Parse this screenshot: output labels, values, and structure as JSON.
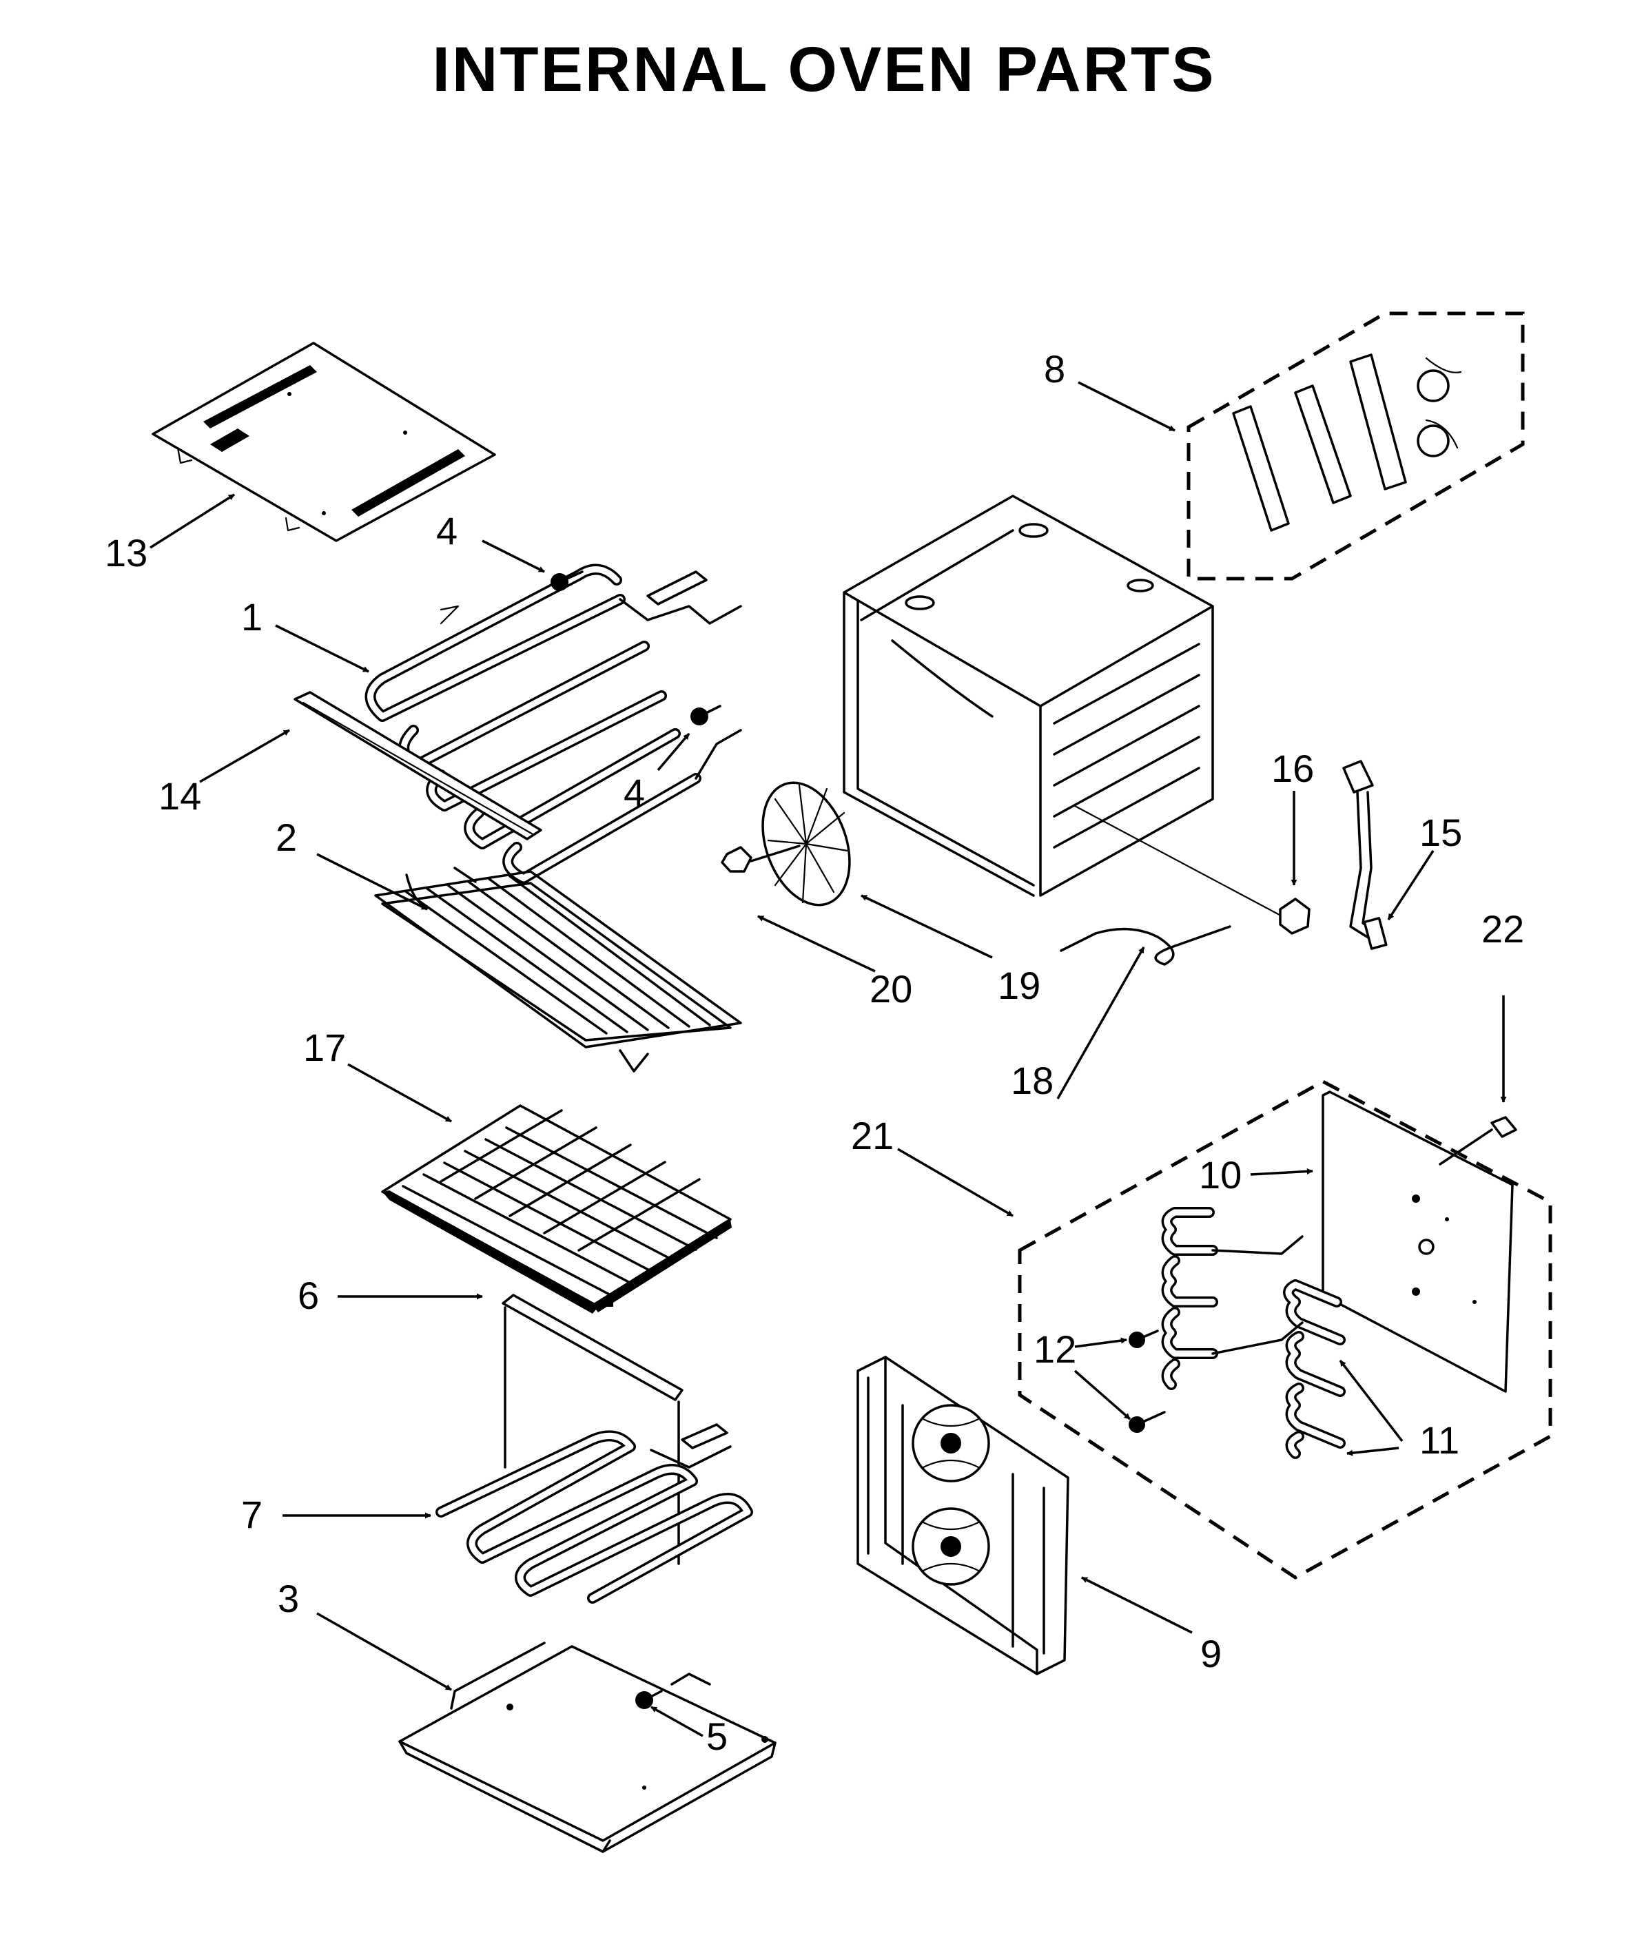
{
  "title": "INTERNAL OVEN PARTS",
  "callouts": {
    "c1": "1",
    "c2": "2",
    "c3": "3",
    "c4a": "4",
    "c4b": "4",
    "c5": "5",
    "c6": "6",
    "c7": "7",
    "c8": "8",
    "c9": "9",
    "c10": "10",
    "c11": "11",
    "c12": "12",
    "c13": "13",
    "c14": "14",
    "c15": "15",
    "c16": "16",
    "c17": "17",
    "c18": "18",
    "c19": "19",
    "c20": "20",
    "c21": "21",
    "c22": "22"
  }
}
